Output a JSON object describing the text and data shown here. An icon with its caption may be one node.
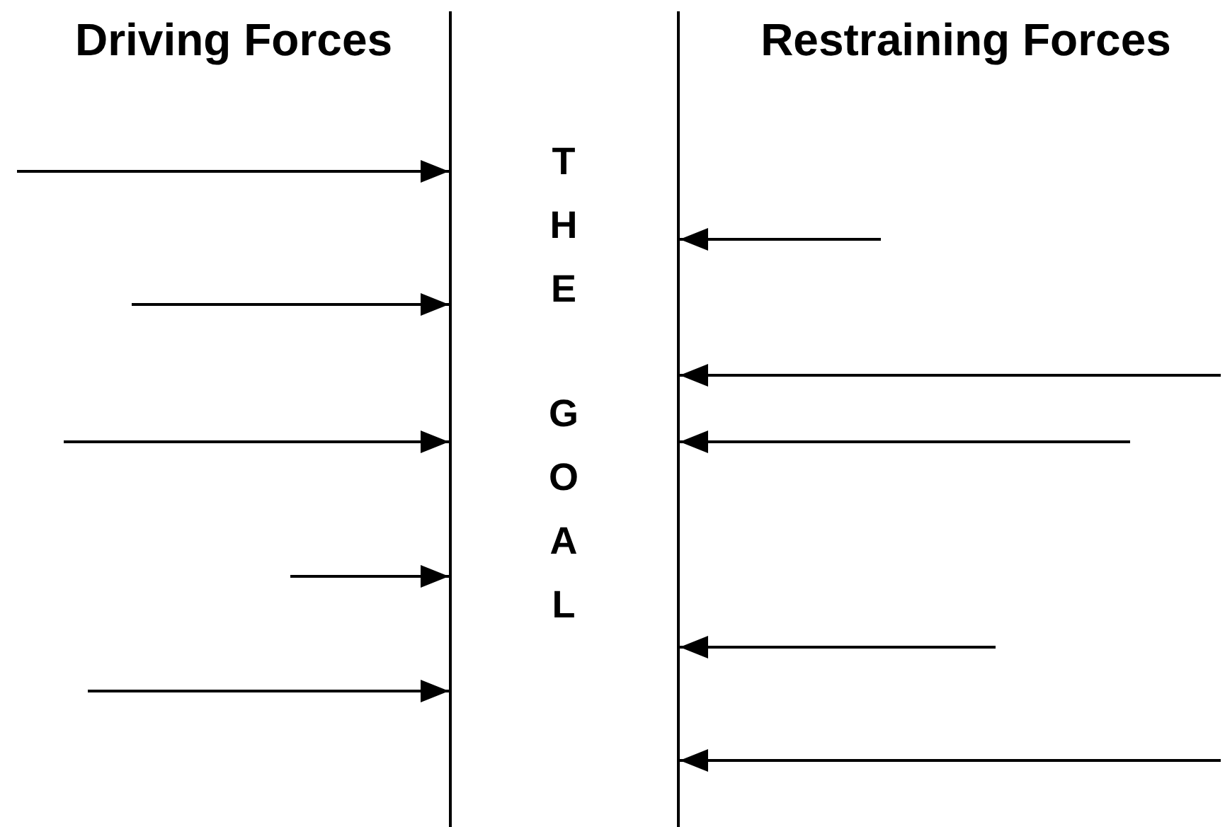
{
  "diagram": {
    "nodes": [
      {
        "text": [],
        "shape": "bar"
      },
      {
        "text": [],
        "shape": "bar"
      }
    ],
    "edges": [
      {
        "from": null,
        "to": 0,
        "arrow": "to"
      },
      {
        "from": null,
        "to": 0,
        "arrow": "to"
      },
      {
        "from": null,
        "to": 0,
        "arrow": "to"
      },
      {
        "from": null,
        "to": 0,
        "arrow": "to"
      },
      {
        "from": null,
        "to": 0,
        "arrow": "to"
      },
      {
        "from": null,
        "to": 1,
        "arrow": "to"
      },
      {
        "from": null,
        "to": 1,
        "arrow": "to"
      },
      {
        "from": null,
        "to": 1,
        "arrow": "to"
      },
      {
        "from": null,
        "to": 1,
        "arrow": "to"
      },
      {
        "from": null,
        "to": 1,
        "arrow": "to"
      }
    ],
    "labels": [
      "Driving Forces",
      "Restraining Forces",
      "THE",
      "GOAL"
    ]
  }
}
